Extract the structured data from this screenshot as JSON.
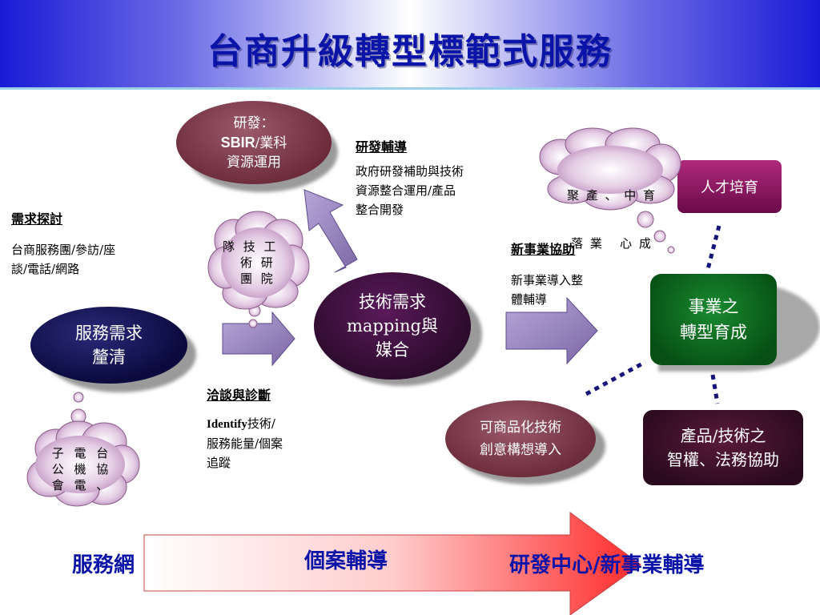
{
  "title": "台商升級轉型標範式服務",
  "nodes": {
    "service_clarify": "服務需求\n釐清",
    "rd_sbir_prefix": "研發：",
    "rd_sbir_sbir": "SBIR",
    "rd_sbir_rest": "/業科",
    "rd_sbir_line3": "資源運用",
    "tech_mapping": "技術需求\nmapping與\n媒合",
    "commercial_tech": "可商品化技術\n創意構想導入",
    "talent": "人才培育",
    "transform": "事業之\n轉型育成",
    "ip_legal": "產品/技術之\n智權、法務協助"
  },
  "clouds": {
    "left_line1": "子 電 台",
    "left_line2": "公 機 協",
    "left_line3": "會 電 、",
    "mid_line1": "隊 技 工",
    "mid_line2": "術 研",
    "mid_line3": "團 院",
    "right_line1": "聚 產 、 中 育",
    "right_line2": "落 業   心 成"
  },
  "labels": {
    "needs_heading": "需求探討",
    "needs_body": "台商服務團/參訪/座\n談/電話/網路",
    "rd_heading": "研發輔導",
    "rd_body": "政府研發補助與技術\n資源整合運用/產品\n整合開發",
    "newbiz_heading": "新事業協助",
    "newbiz_body": "新事業導入整\n體輔導",
    "diag_heading": "洽談與診斷",
    "diag_identify": "Identify",
    "diag_body1": "技術/",
    "diag_body2": "服務能量/個案\n追蹤"
  },
  "bottom": {
    "service_net": "服務網",
    "case_coaching": "個案輔導",
    "rd_center": "研發中心/新事業輔導"
  },
  "colors": {
    "title_text": "#0a14a8",
    "navy_oval": "#0c0c4a",
    "maroon_oval": "#3a0a3a",
    "rose_oval": "#7a3a4a",
    "green_box": "#0a6a20",
    "purple_box": "#6a0a4a",
    "arrow_fill": "#8e7ab4",
    "bottom_arrow": "#ff3030"
  }
}
